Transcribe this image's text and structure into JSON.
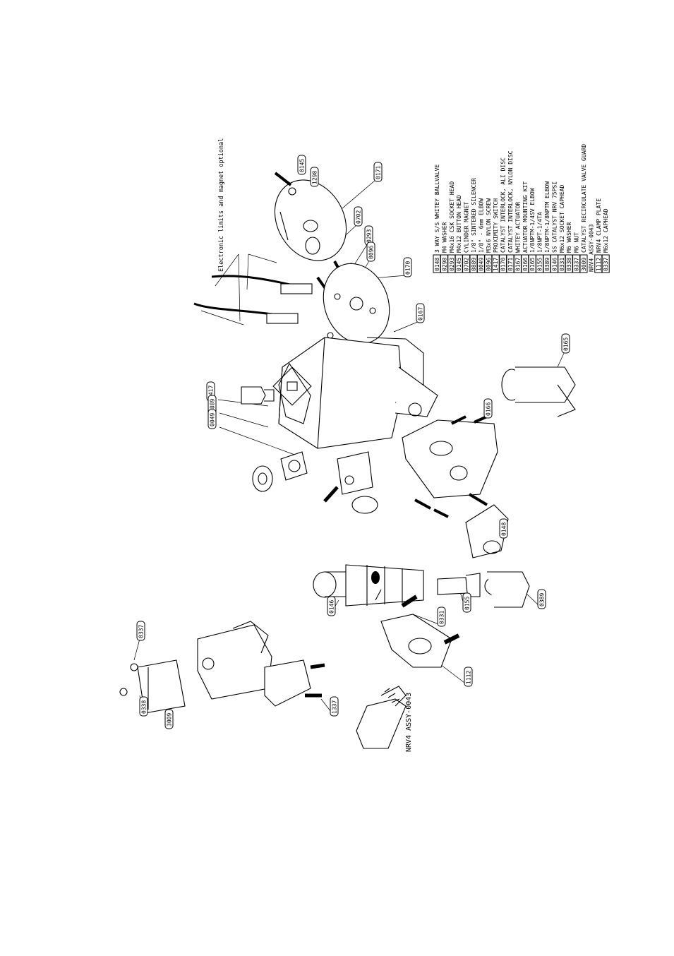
{
  "drawing": {
    "note": "Electronic limits and magnet optional",
    "assembly_label": "NRV4 ASSY-0043"
  },
  "parts_list": [
    {
      "code": "0148",
      "desc": "3 WAY S/S WHITEY BALLVALVE"
    },
    {
      "code": "0298",
      "desc": "M4 WASHER"
    },
    {
      "code": "0293",
      "desc": "M4x16 CSK SOCKET HEAD"
    },
    {
      "code": "0145",
      "desc": "M4x12 BUTTON HEAD"
    },
    {
      "code": "0702",
      "desc": "CYLINDER MAGNET"
    },
    {
      "code": "0889",
      "desc": "1/8\" SINTERED SILENCER"
    },
    {
      "code": "0049",
      "desc": "1/8\" - 6mm ELBOW"
    },
    {
      "code": "0096",
      "desc": "M3x6 NYLON SCREW"
    },
    {
      "code": "1417",
      "desc": "PROXIMITY SWITCH"
    },
    {
      "code": "0170",
      "desc": "CATALYST INTERLOCK, ALI DISC"
    },
    {
      "code": "0171",
      "desc": "CATALYST INTERLOCK, NYLON DISC"
    },
    {
      "code": "0167",
      "desc": "WHITEY ACTUATOR"
    },
    {
      "code": "0166",
      "desc": "ACTUATOR MOUNTING KIT"
    },
    {
      "code": "0165",
      "desc": "1/8NPTM-1/4SV ELBOW"
    },
    {
      "code": "0155",
      "desc": "1/8NPT-1/4TA"
    },
    {
      "code": "0389",
      "desc": "1/8NPTM-1/8NPTM ELBOW"
    },
    {
      "code": "0146",
      "desc": "SS CATALYST NRV 75PSI"
    },
    {
      "code": "0331",
      "desc": "M6x12 SOCKET CAPHEAD"
    },
    {
      "code": "0338",
      "desc": "M6 WASHER"
    },
    {
      "code": "0337",
      "desc": "M6 NUT"
    },
    {
      "code": "3009",
      "desc": "CATALYST RECIRCULATE VALVE GUARD"
    },
    {
      "code": "",
      "desc": "NRV4 ASSY-0043"
    },
    {
      "code": "1112",
      "desc": "NRV4 CLAMP PLATE"
    },
    {
      "code": "0337",
      "desc": "M6x12 CAPHEAD"
    }
  ],
  "callouts": {
    "c1": "0145",
    "c2": "1298",
    "c3": "0171",
    "c4": "0702",
    "c5": "0293",
    "c6": "0096",
    "c7": "0170",
    "c8": "0167",
    "c9": "1417",
    "c10": "0889",
    "c11": "0049",
    "c12": "0166",
    "c13": "0165",
    "c14": "0148",
    "c15": "0389",
    "c16": "0155",
    "c17": "0146",
    "c18": "0331",
    "c19": "1112",
    "c20": "0337",
    "c21": "0338",
    "c22": "3009",
    "c23": "1337"
  }
}
